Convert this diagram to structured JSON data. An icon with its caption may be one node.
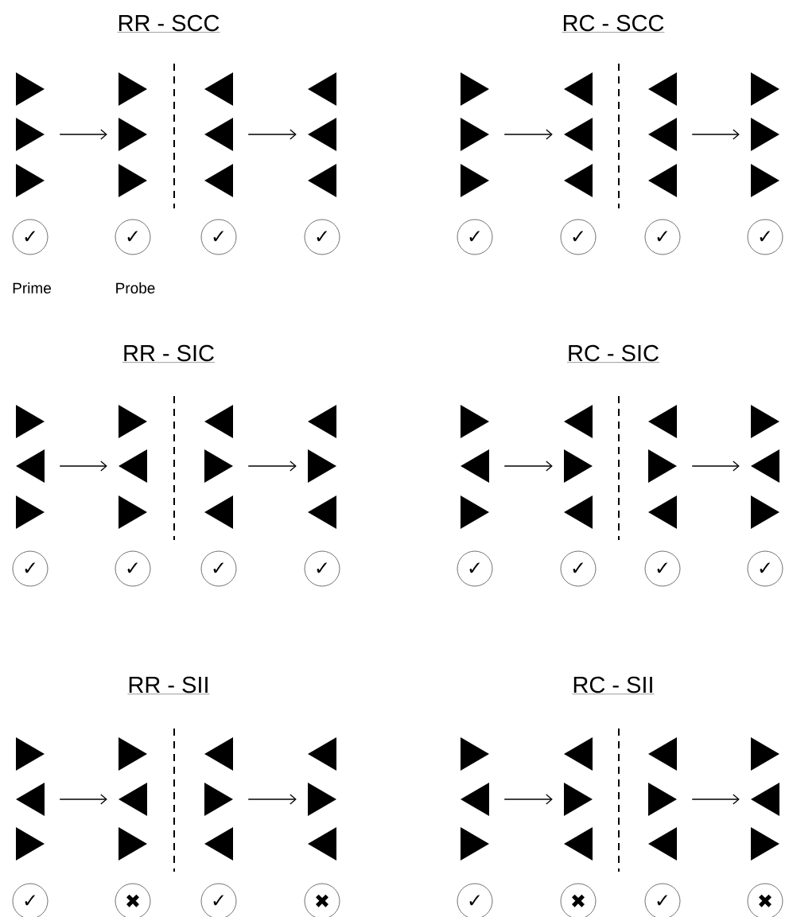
{
  "diagram": {
    "nodes": [
      {
        "text": [],
        "shape": "triangle-right"
      },
      {
        "text": [],
        "shape": "triangle-right"
      },
      {
        "text": [],
        "shape": "triangle-left"
      },
      {
        "text": [],
        "shape": "triangle-left"
      },
      {
        "text": [],
        "shape": "triangle-right"
      },
      {
        "text": [],
        "shape": "triangle-right"
      },
      {
        "text": [],
        "shape": "triangle-left"
      },
      {
        "text": [],
        "shape": "triangle-left"
      },
      {
        "text": [],
        "shape": "triangle-right"
      },
      {
        "text": [],
        "shape": "triangle-right"
      },
      {
        "text": [],
        "shape": "triangle-left"
      },
      {
        "text": [],
        "shape": "triangle-left"
      },
      {
        "text": [
          "✓"
        ]
      },
      {
        "text": [
          "✓"
        ]
      },
      {
        "text": [
          "✓"
        ]
      },
      {
        "text": [
          "✓"
        ]
      },
      {
        "text": [],
        "shape": "triangle-right"
      },
      {
        "text": [],
        "shape": "triangle-left"
      },
      {
        "text": [],
        "shape": "triangle-left"
      },
      {
        "text": [],
        "shape": "triangle-right"
      },
      {
        "text": [],
        "shape": "triangle-right"
      },
      {
        "text": [],
        "shape": "triangle-left"
      },
      {
        "text": [],
        "shape": "triangle-left"
      },
      {
        "text": [],
        "shape": "triangle-right"
      },
      {
        "text": [],
        "shape": "triangle-right"
      },
      {
        "text": [],
        "shape": "triangle-left"
      },
      {
        "text": [],
        "shape": "triangle-left"
      },
      {
        "text": [],
        "shape": "triangle-right"
      },
      {
        "text": [
          "✓"
        ]
      },
      {
        "text": [
          "✓"
        ]
      },
      {
        "text": [
          "✓"
        ]
      },
      {
        "text": [
          "✓"
        ]
      },
      {
        "text": [],
        "shape": "triangle-right"
      },
      {
        "text": [],
        "shape": "triangle-right"
      },
      {
        "text": [],
        "shape": "triangle-left"
      },
      {
        "text": [],
        "shape": "triangle-left"
      },
      {
        "text": [],
        "shape": "triangle-left"
      },
      {
        "text": [],
        "shape": "triangle-left"
      },
      {
        "text": [],
        "shape": "triangle-right"
      },
      {
        "text": [],
        "shape": "triangle-right"
      },
      {
        "text": [],
        "shape": "triangle-right"
      },
      {
        "text": [],
        "shape": "triangle-right"
      },
      {
        "text": [],
        "shape": "triangle-left"
      },
      {
        "text": [],
        "shape": "triangle-left"
      },
      {
        "text": [
          "✓"
        ]
      },
      {
        "text": [
          "✓"
        ]
      },
      {
        "text": [
          "✓"
        ]
      },
      {
        "text": [
          "✓"
        ]
      },
      {
        "text": [],
        "shape": "triangle-right"
      },
      {
        "text": [],
        "shape": "triangle-left"
      },
      {
        "text": [],
        "shape": "triangle-left"
      },
      {
        "text": [],
        "shape": "triangle-right"
      },
      {
        "text": [],
        "shape": "triangle-left"
      },
      {
        "text": [],
        "shape": "triangle-right"
      },
      {
        "text": [],
        "shape": "triangle-right"
      },
      {
        "text": [],
        "shape": "triangle-left"
      },
      {
        "text": [],
        "shape": "triangle-right"
      },
      {
        "text": [],
        "shape": "triangle-left"
      },
      {
        "text": [],
        "shape": "triangle-left"
      },
      {
        "text": [],
        "shape": "triangle-right"
      },
      {
        "text": [
          "✓"
        ]
      },
      {
        "text": [
          "✓"
        ]
      },
      {
        "text": [
          "✓"
        ]
      },
      {
        "text": [
          "✓"
        ]
      },
      {
        "text": [],
        "shape": "triangle-right"
      },
      {
        "text": [],
        "shape": "triangle-right"
      },
      {
        "text": [],
        "shape": "triangle-left"
      },
      {
        "text": [],
        "shape": "triangle-left"
      },
      {
        "text": [],
        "shape": "triangle-left"
      },
      {
        "text": [],
        "shape": "triangle-left"
      },
      {
        "text": [],
        "shape": "triangle-right"
      },
      {
        "text": [],
        "shape": "triangle-right"
      },
      {
        "text": [],
        "shape": "triangle-right"
      },
      {
        "text": [],
        "shape": "triangle-right"
      },
      {
        "text": [],
        "shape": "triangle-left"
      },
      {
        "text": [],
        "shape": "triangle-left"
      },
      {
        "text": [
          "✓"
        ]
      },
      {
        "text": [
          "✖"
        ]
      },
      {
        "text": [
          "✓"
        ]
      },
      {
        "text": [
          "✖"
        ]
      },
      {
        "text": [],
        "shape": "triangle-right"
      },
      {
        "text": [],
        "shape": "triangle-left"
      },
      {
        "text": [],
        "shape": "triangle-left"
      },
      {
        "text": [],
        "shape": "triangle-right"
      },
      {
        "text": [],
        "shape": "triangle-left"
      },
      {
        "text": [],
        "shape": "triangle-right"
      },
      {
        "text": [],
        "shape": "triangle-right"
      },
      {
        "text": [],
        "shape": "triangle-left"
      },
      {
        "text": [],
        "shape": "triangle-right"
      },
      {
        "text": [],
        "shape": "triangle-left"
      },
      {
        "text": [],
        "shape": "triangle-left"
      },
      {
        "text": [],
        "shape": "triangle-right"
      },
      {
        "text": [
          "✓"
        ]
      },
      {
        "text": [
          "✖"
        ]
      },
      {
        "text": [
          "✓"
        ]
      },
      {
        "text": [
          "✖"
        ]
      }
    ],
    "edges": [
      {
        "from": 4,
        "to": 5,
        "arrow": "to"
      },
      {
        "from": 6,
        "to": 7,
        "arrow": "to"
      },
      {
        "from": 20,
        "to": 21,
        "arrow": "to"
      },
      {
        "from": 22,
        "to": 23,
        "arrow": "to"
      },
      {
        "from": 36,
        "to": 37,
        "arrow": "to"
      },
      {
        "from": 38,
        "to": 39,
        "arrow": "to"
      },
      {
        "from": 52,
        "to": 53,
        "arrow": "to"
      },
      {
        "from": 54,
        "to": 55,
        "arrow": "to"
      },
      {
        "from": 68,
        "to": 69,
        "arrow": "to"
      },
      {
        "from": 70,
        "to": 71,
        "arrow": "to"
      },
      {
        "from": 84,
        "to": 85,
        "arrow": "to"
      },
      {
        "from": 86,
        "to": 87,
        "arrow": "to"
      }
    ],
    "labels": [
      "RR - SCC",
      "RC - SCC",
      "Prime",
      "Probe",
      "RR - SIC",
      "RC - SIC",
      "RR - SII",
      "RC - SII"
    ]
  }
}
